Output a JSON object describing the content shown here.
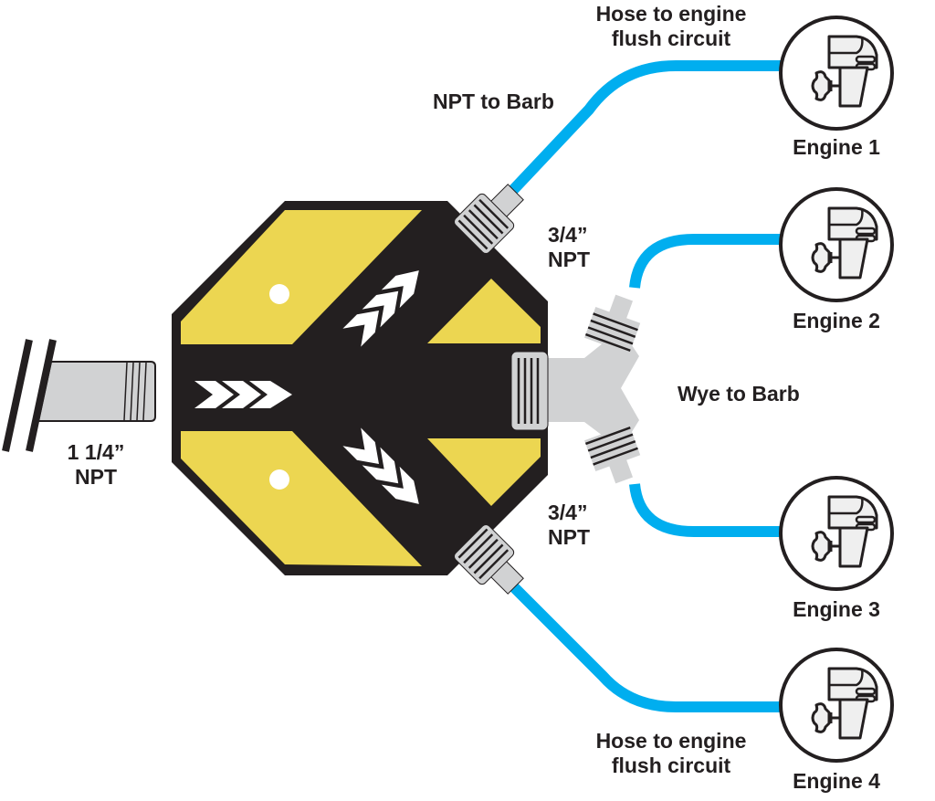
{
  "colors": {
    "hose": "#00aeef",
    "body": "#231f20",
    "panel": "#ecd651",
    "fitting": "#d1d2d3",
    "icon_fill": "#efefef"
  },
  "labels": {
    "inlet": [
      "1 1/4”",
      "NPT"
    ],
    "npt_to_barb": "NPT to Barb",
    "top_port": [
      "3/4”",
      "NPT"
    ],
    "bottom_port": [
      "3/4”",
      "NPT"
    ],
    "wye_to_barb": "Wye to Barb",
    "hose_top": [
      "Hose to engine",
      "flush circuit"
    ],
    "hose_bottom": [
      "Hose to engine",
      "flush circuit"
    ]
  },
  "engines": [
    {
      "label": "Engine 1",
      "icon": "outboard-motor-icon"
    },
    {
      "label": "Engine 2",
      "icon": "outboard-motor-icon"
    },
    {
      "label": "Engine 3",
      "icon": "outboard-motor-icon"
    },
    {
      "label": "Engine 4",
      "icon": "outboard-motor-icon"
    }
  ]
}
